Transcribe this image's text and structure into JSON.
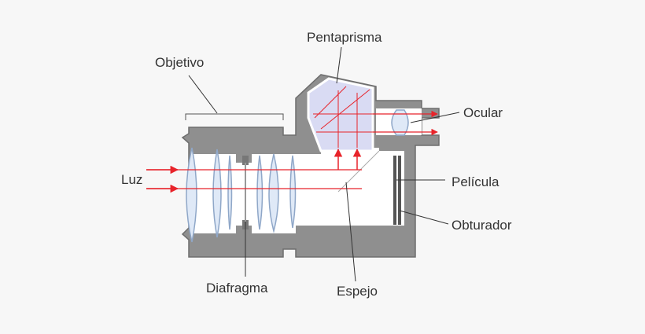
{
  "labels": {
    "pentaprisma": "Pentaprisma",
    "objetivo": "Objetivo",
    "ocular": "Ocular",
    "luz": "Luz",
    "pelicula": "Película",
    "obturador": "Obturador",
    "diafragma": "Diafragma",
    "espejo": "Espejo"
  },
  "colors": {
    "background": "#f7f7f7",
    "body": "#8f8f8f",
    "body_outline": "#6e6e6e",
    "interior": "#ffffff",
    "prism_fill": "#d9dbf3",
    "lens_fill": "#dfe9f7",
    "lens_stroke": "#8fa7c8",
    "light_ray": "#e8232a",
    "leader_line": "#333333",
    "text": "#333333"
  }
}
